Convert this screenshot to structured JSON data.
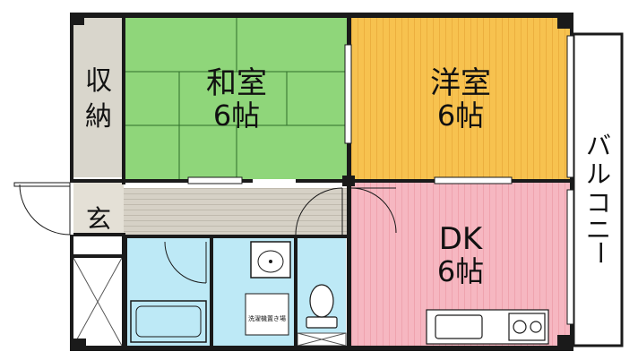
{
  "rooms": {
    "washitsu": {
      "name": "和室",
      "size": "6帖"
    },
    "youshitsu": {
      "name": "洋室",
      "size": "6帖"
    },
    "dk": {
      "name": "DK",
      "size": "6帖"
    },
    "storage": {
      "name": [
        "収",
        "納"
      ]
    },
    "entrance": {
      "name": "玄"
    },
    "balcony": {
      "name": [
        "バ",
        "ル",
        "コ",
        "ニ",
        "ー"
      ]
    },
    "laundry": {
      "name": "洗濯機置き場"
    }
  },
  "colors": {
    "washitsu": "#8fd67a",
    "youshitsu": "#f7c24f",
    "dk": "#f6b7c1",
    "storage": "#d9d6cc",
    "corridor": "#d6d1c6",
    "wet_area": "#bde9f6",
    "wall": "#1a1a1a"
  }
}
